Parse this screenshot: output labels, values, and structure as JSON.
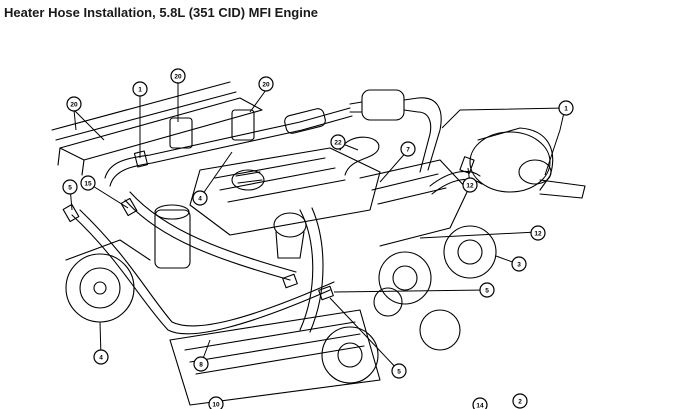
{
  "title": "Heater Hose Installation, 5.8L (351 CID) MFI Engine",
  "callouts": [
    "1",
    "20",
    "20",
    "20",
    "1",
    "22",
    "7",
    "4",
    "5",
    "15",
    "12",
    "12",
    "3",
    "5",
    "4",
    "8",
    "5",
    "10",
    "14",
    "2"
  ],
  "colors": {
    "line": "#000000",
    "background": "#ffffff",
    "title": "#1a1a1a"
  }
}
